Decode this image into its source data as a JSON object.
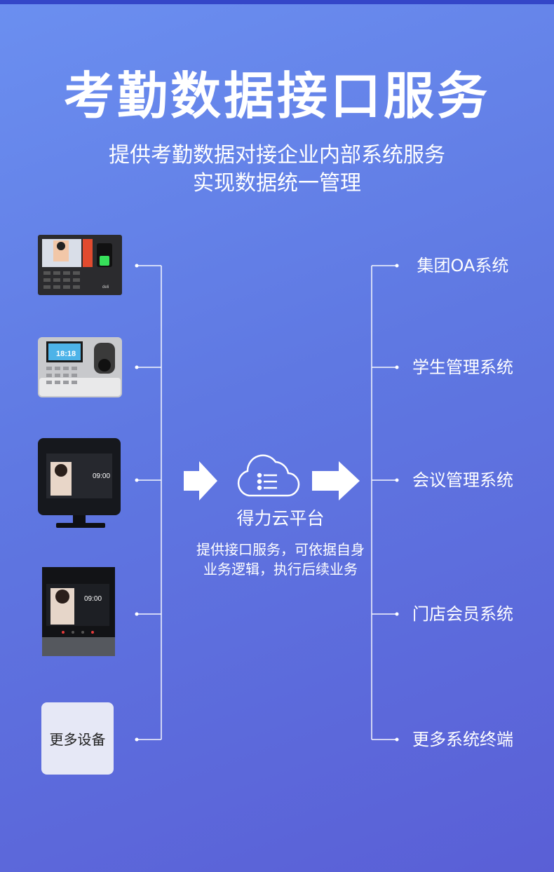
{
  "title": "考勤数据接口服务",
  "subtitle_line1": "提供考勤数据对接企业内部系统服务",
  "subtitle_line2": "实现数据统一管理",
  "devices": [
    {
      "name": "device-face-fingerprint-terminal",
      "screen_time": ""
    },
    {
      "name": "device-fingerprint-clock",
      "screen_time": "18:18"
    },
    {
      "name": "device-face-terminal-stand",
      "screen_time": "09:00"
    },
    {
      "name": "device-face-terminal-wall",
      "screen_time": "09:00"
    }
  ],
  "more_devices": "更多设备",
  "platform": {
    "label": "得力云平台",
    "desc_line1": "提供接口服务，可依据自身",
    "desc_line2": "业务逻辑，执行后续业务"
  },
  "systems": [
    "集团OA系统",
    "学生管理系统",
    "会议管理系统",
    "门店会员系统",
    "更多系统终端"
  ],
  "icons": {
    "arrow_left": "right-arrow-icon",
    "arrow_right": "right-arrow-icon",
    "cloud": "cloud-list-icon"
  },
  "colors": {
    "bg_top": "#6b8ff0",
    "bg_bottom": "#5a5fd6",
    "line": "#ffffff",
    "topbar": "#3446c8"
  }
}
